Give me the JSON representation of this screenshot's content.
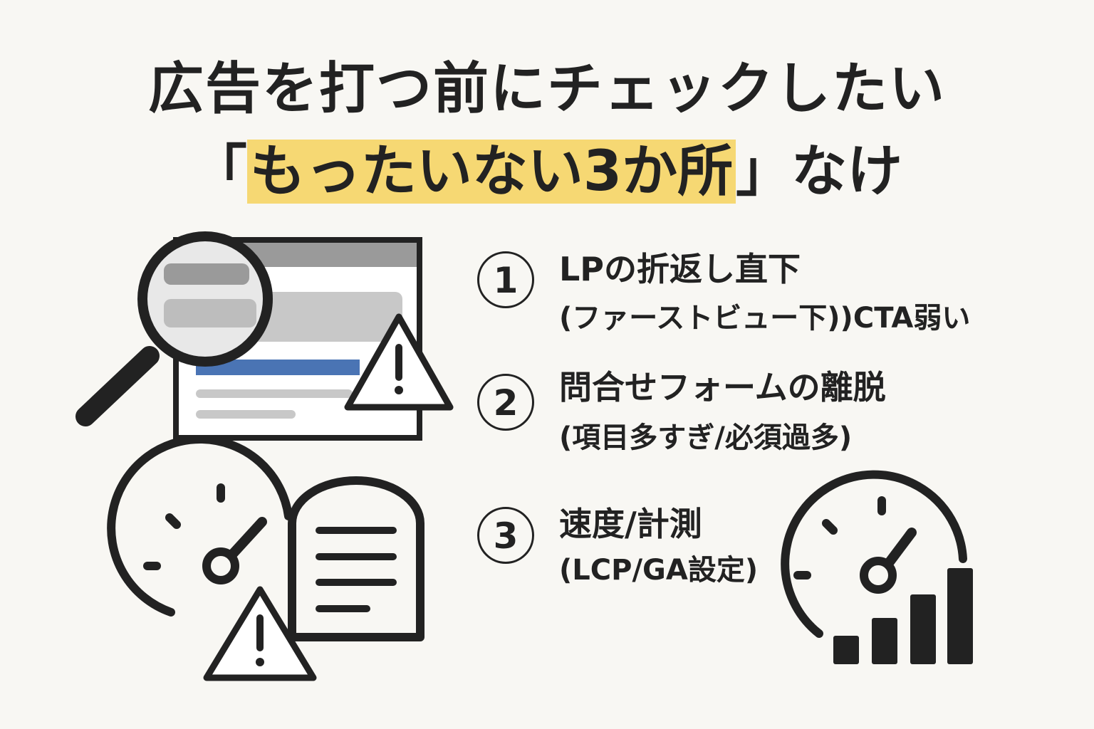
{
  "title": {
    "line1": "広告を打つ前にチェックしたい",
    "open_bracket": "「",
    "highlight": "もったいない3か所",
    "close_bracket": "」なけ"
  },
  "items": [
    {
      "number": "1",
      "heading": "LPの折返し直下",
      "detail": "(ファーストビュー下))CTA弱い"
    },
    {
      "number": "2",
      "heading": "問合せフォームの離脱",
      "detail": "(項目多すぎ/必須過多)"
    },
    {
      "number": "3",
      "heading": "速度/計測",
      "detail": "(LCP/GA設定)"
    }
  ],
  "colors": {
    "highlight": "#f6d873",
    "accent_blue": "#4a74b4",
    "ink": "#222222",
    "background": "#f8f7f3"
  }
}
